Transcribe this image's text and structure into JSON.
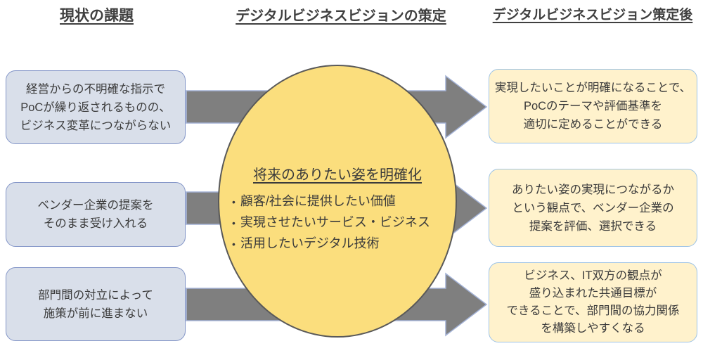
{
  "headers": {
    "left": "現状の課題",
    "middle": "デジタルビジネスビジョンの策定",
    "right": "デジタルビジネスビジョン策定後"
  },
  "left_boxes": [
    {
      "lines": [
        "経営からの不明確な指示で",
        "PoCが繰り返されるものの、",
        "ビジネス変革につながらない"
      ]
    },
    {
      "lines": [
        "ベンダー企業の提案を",
        "そのまま受け入れる"
      ]
    },
    {
      "lines": [
        "部門間の対立によって",
        "施策が前に進まない"
      ]
    }
  ],
  "circle": {
    "title": "将来のありたい姿を明確化",
    "bullet_glyph": "•",
    "bullets": [
      "顧客/社会に提供したい価値",
      "実現させたいサービス・ビジネス",
      "活用したいデジタル技術"
    ]
  },
  "right_boxes": [
    {
      "lines": [
        "実現したいことが明確になることで、",
        "PoCのテーマや評価基準を",
        "適切に定めることができる"
      ]
    },
    {
      "lines": [
        "ありたい姿の実現につながるか",
        "という観点で、ベンダー企業の",
        "提案を評価、選択できる"
      ]
    },
    {
      "lines": [
        "ビジネス、IT双方の観点が",
        "盛り込まれた共通目標が",
        "できることで、部門間の協力関係",
        "を構築しやすくなる"
      ]
    }
  ],
  "colors": {
    "left_box_fill": "#d9dfea",
    "left_box_border": "#8496c8",
    "right_box_fill": "#fff2cc",
    "right_box_border": "#9dc3e6",
    "circle_fill": "#fbde7d",
    "circle_border": "#595959",
    "arrow_fill": "#7f7f7f",
    "arrow_stroke": "#a3b2d6",
    "text": "#3b3b3b",
    "header_text": "#404040"
  }
}
